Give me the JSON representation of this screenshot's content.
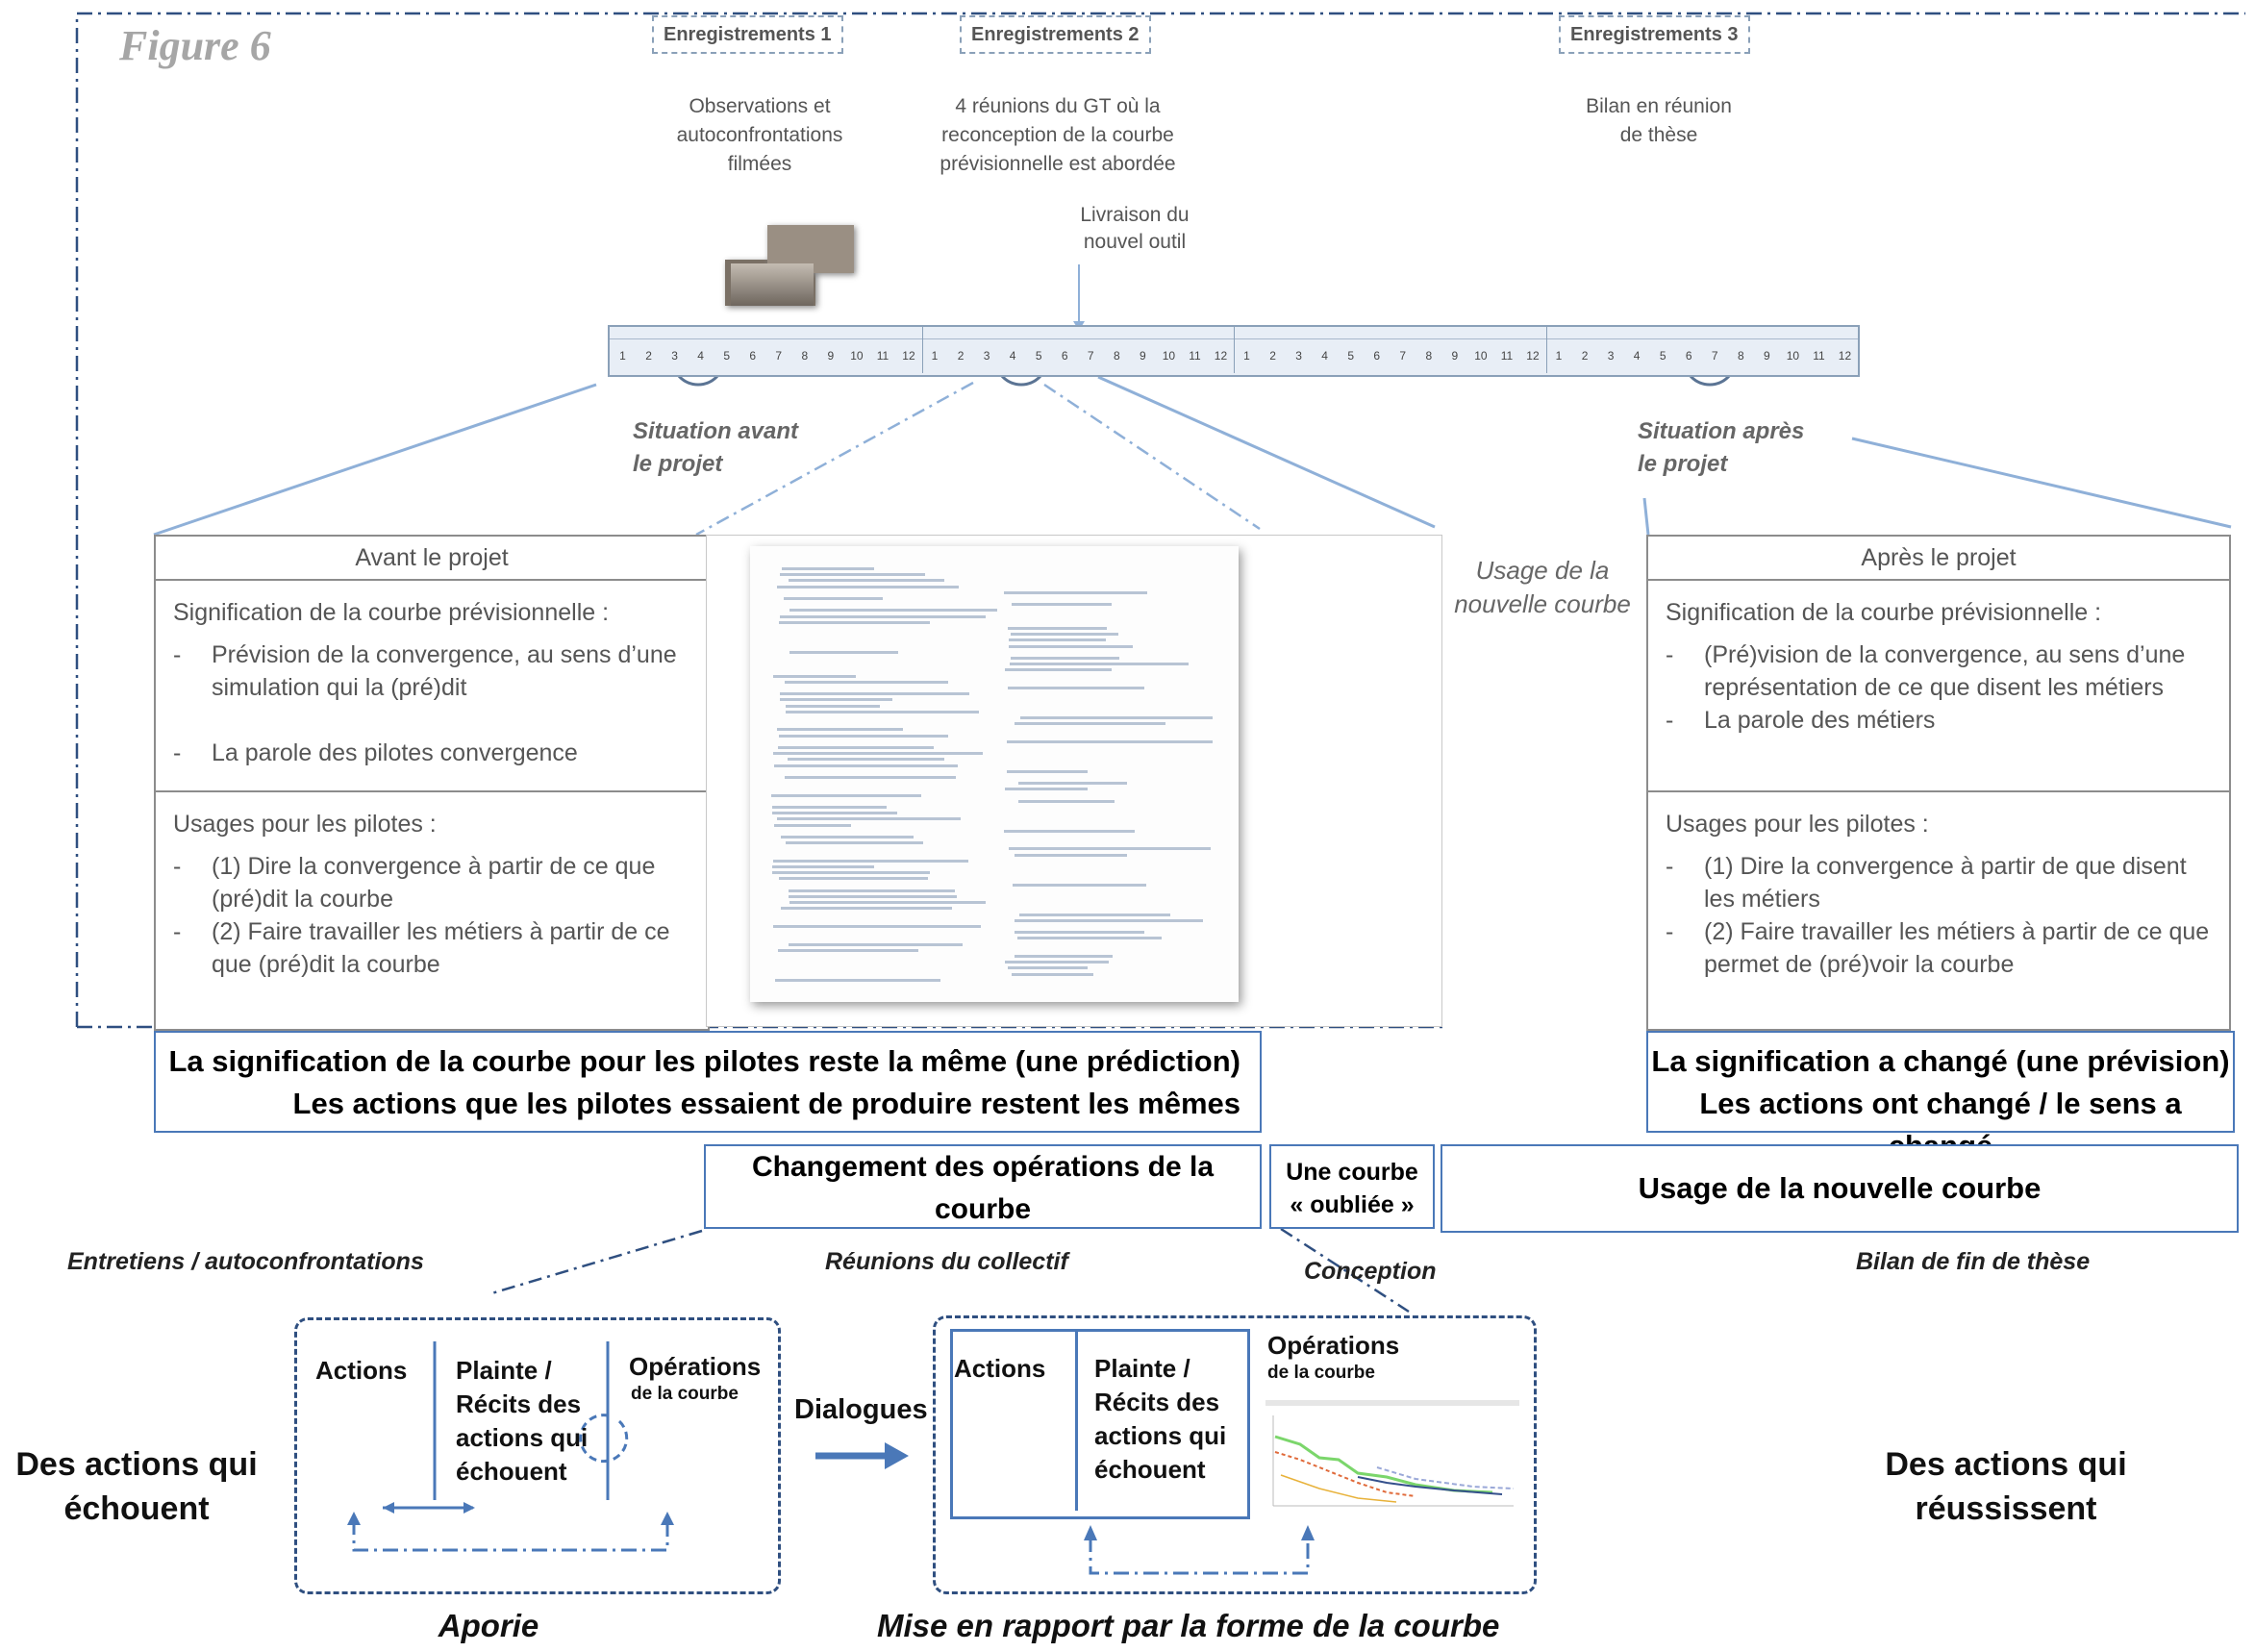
{
  "figure_title": "Figure 6",
  "recordings": [
    {
      "label": "Enregistrements 1",
      "desc": [
        "Observations et",
        "autoconfrontations",
        "filmées"
      ]
    },
    {
      "label": "Enregistrements 2",
      "desc": [
        "4 réunions du GT où la",
        "reconception de la courbe",
        "prévisionnelle est abordée"
      ]
    },
    {
      "label": "Enregistrements 3",
      "desc": [
        "Bilan en réunion",
        "de thèse"
      ]
    }
  ],
  "delivery_note": [
    "Livraison du",
    "nouvel outil"
  ],
  "timeline_months": [
    "1",
    "2",
    "3",
    "4",
    "5",
    "6",
    "7",
    "8",
    "9",
    "10",
    "11",
    "12"
  ],
  "situation_before": [
    "Situation avant",
    "le projet"
  ],
  "situation_after": [
    "Situation après",
    "le projet"
  ],
  "usage_label": [
    "Usage de la",
    "nouvelle courbe"
  ],
  "before_box": {
    "title": "Avant le projet",
    "meaning_heading": "Signification de la courbe prévisionnelle :",
    "meaning_items": [
      "Prévision de la convergence, au sens d’une simulation qui la (pré)dit",
      "La parole des pilotes convergence"
    ],
    "usage_heading": "Usages pour les pilotes :",
    "usage_items": [
      "(1) Dire la convergence à partir de ce que (pré)dit la courbe",
      "(2) Faire travailler les métiers à partir de ce que (pré)dit la courbe"
    ]
  },
  "after_box": {
    "title": "Après le projet",
    "meaning_heading": "Signification de la courbe prévisionnelle :",
    "meaning_items": [
      "(Pré)vision de la convergence, au sens d’une représentation de ce que disent les métiers",
      "La parole des métiers"
    ],
    "usage_heading": "Usages pour les pilotes :",
    "usage_items": [
      "(1) Dire la convergence à partir de que disent les métiers",
      "(2) Faire travailler les métiers à partir de ce que permet de (pré)voir la courbe"
    ]
  },
  "summary_left": [
    "La signification de la courbe pour les pilotes reste la même (une prédiction)",
    "Les actions que les pilotes essaient de produire restent les mêmes"
  ],
  "summary_right": [
    "La signification a changé (une prévision)",
    "Les actions ont changé / le sens a changé"
  ],
  "change_ops": "Changement des opérations de la courbe",
  "forgotten_curve": [
    "Une courbe",
    "« oubliée »"
  ],
  "new_usage": "Usage de la nouvelle courbe",
  "phases": {
    "interviews": "Entretiens / autoconfrontations",
    "meetings": "Réunions du collectif",
    "design": "Conception",
    "review": "Bilan de fin de thèse"
  },
  "left_outcome": [
    "Des actions qui",
    "échouent"
  ],
  "right_outcome": [
    "Des actions qui",
    "réussissent"
  ],
  "aporia_box": {
    "actions": "Actions",
    "complaint": [
      "Plainte /",
      "Récits des",
      "actions qui",
      "échouent"
    ],
    "ops_title": "Opérations",
    "ops_sub": "de la courbe",
    "caption": "Aporie"
  },
  "dialogue": "Dialogues",
  "relation_box": {
    "actions": "Actions",
    "complaint": [
      "Plainte /",
      "Récits des",
      "actions qui",
      "échouent"
    ],
    "ops_title": "Opérations",
    "ops_sub": "de la courbe",
    "caption": "Mise en rapport par la forme de la courbe"
  },
  "colors": {
    "accent_blue": "#4a78b8",
    "dashed_navy": "#2f4f80",
    "marker_green": "#5dbb7a",
    "grey_text": "#555555"
  }
}
